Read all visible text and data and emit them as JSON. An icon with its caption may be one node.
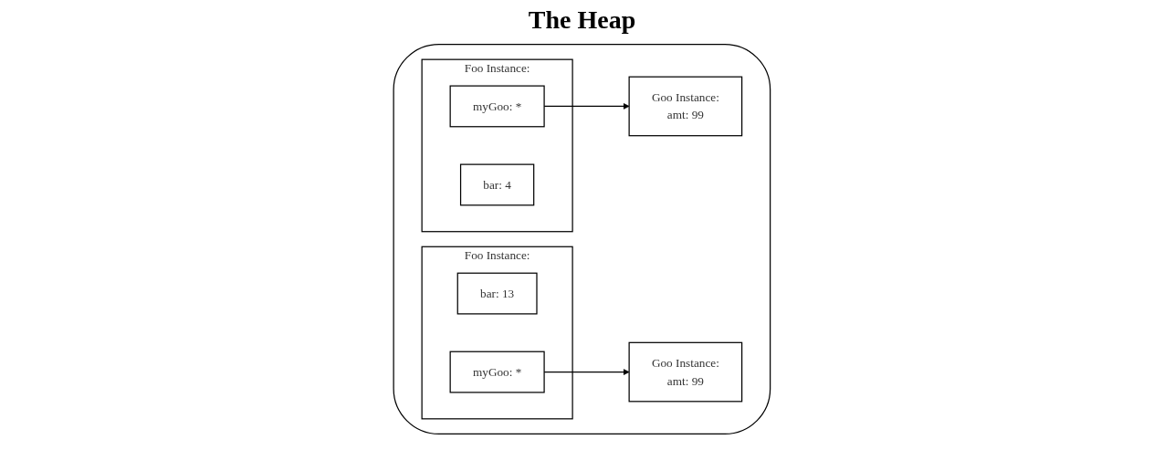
{
  "diagram": {
    "title": "The Heap",
    "nodes": [
      {
        "text": [],
        "shape": "cloud"
      },
      {
        "text": [
          "Foo Instance:"
        ],
        "in": 0
      },
      {
        "text": [
          "bar: 4"
        ],
        "in": 1
      },
      {
        "text": [
          "myGoo: *"
        ],
        "in": 1
      },
      {
        "text": [
          "Goo Instance:",
          "amt: 99"
        ],
        "in": 0
      },
      {
        "text": [
          "Foo Instance:"
        ],
        "in": 0
      },
      {
        "text": [
          "bar: 13"
        ],
        "in": 5
      },
      {
        "text": [
          "myGoo: *"
        ],
        "in": 5
      },
      {
        "text": [
          "Goo Instance:",
          "amt: 99"
        ],
        "in": 0
      }
    ],
    "edges": [
      {
        "from": 3,
        "to": 8,
        "arrow": "to"
      },
      {
        "from": 7,
        "to": 4,
        "arrow": "to"
      }
    ]
  }
}
